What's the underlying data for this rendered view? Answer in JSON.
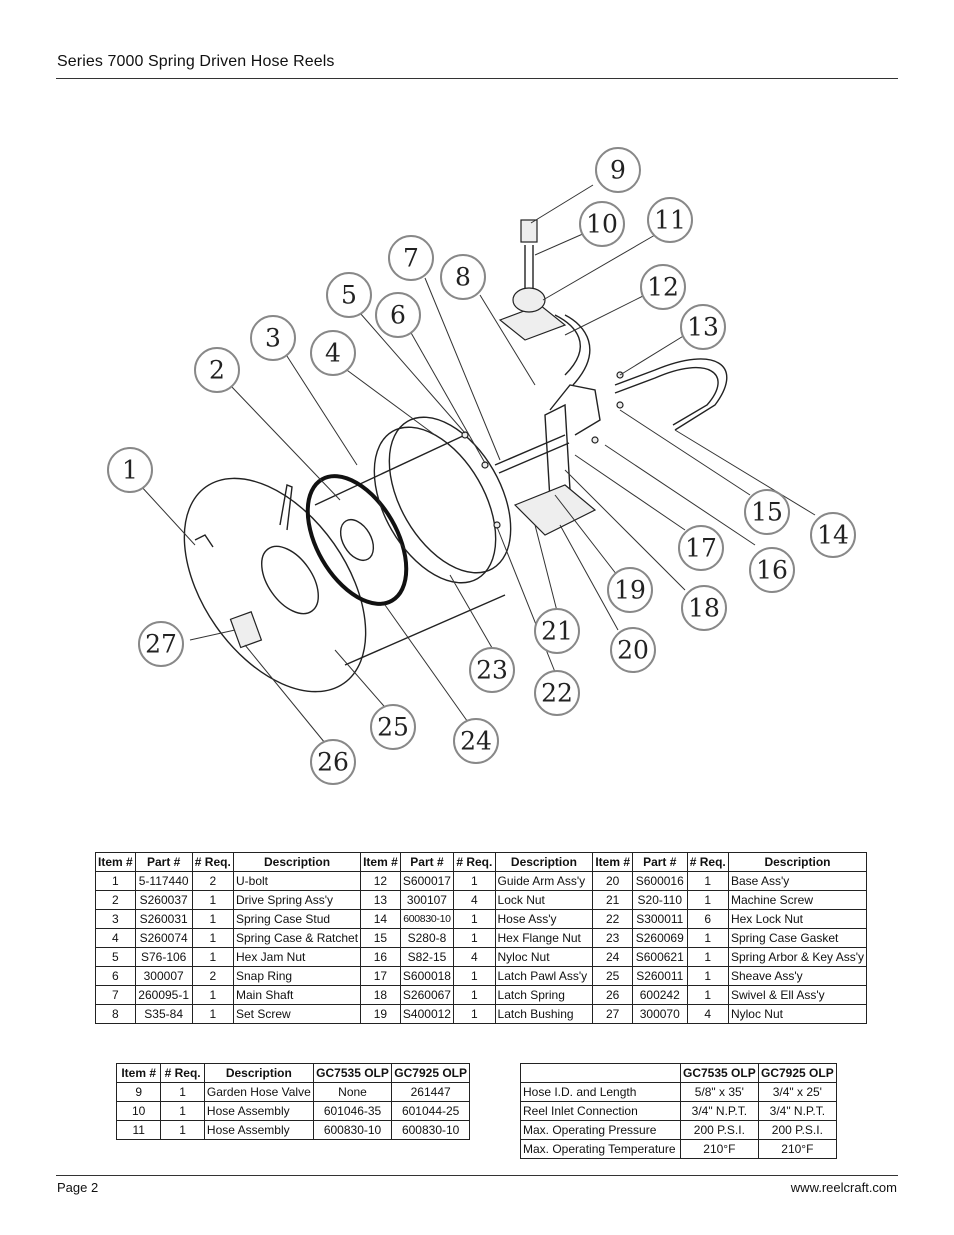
{
  "header": {
    "title": "Series 7000 Spring Driven Hose Reels"
  },
  "footer": {
    "page": "Page 2",
    "website": "www.reelcraft.com"
  },
  "diagram": {
    "callouts": [
      "1",
      "2",
      "3",
      "4",
      "5",
      "6",
      "7",
      "8",
      "9",
      "10",
      "11",
      "12",
      "13",
      "14",
      "15",
      "16",
      "17",
      "18",
      "19",
      "20",
      "21",
      "22",
      "23",
      "24",
      "25",
      "26",
      "27"
    ]
  },
  "parts_table": {
    "headers": [
      "Item #",
      "Part #",
      "# Req.",
      "Description",
      "Item #",
      "Part #",
      "# Req.",
      "Description",
      "Item #",
      "Part #",
      "# Req.",
      "Description"
    ],
    "rows": [
      [
        "1",
        "5-117440",
        "2",
        "U-bolt",
        "12",
        "S600017",
        "1",
        "Guide Arm Ass'y",
        "20",
        "S600016",
        "1",
        "Base Ass'y"
      ],
      [
        "2",
        "S260037",
        "1",
        "Drive Spring Ass'y",
        "13",
        "300107",
        "4",
        "Lock Nut",
        "21",
        "S20-110",
        "1",
        "Machine Screw"
      ],
      [
        "3",
        "S260031",
        "1",
        "Spring Case Stud",
        "14",
        "600830-10",
        "1",
        "Hose Ass'y",
        "22",
        "S300011",
        "6",
        "Hex Lock Nut"
      ],
      [
        "4",
        "S260074",
        "1",
        "Spring Case & Ratchet",
        "15",
        "S280-8",
        "1",
        "Hex Flange Nut",
        "23",
        "S260069",
        "1",
        "Spring Case Gasket"
      ],
      [
        "5",
        "S76-106",
        "1",
        "Hex Jam Nut",
        "16",
        "S82-15",
        "4",
        "Nyloc Nut",
        "24",
        "S600621",
        "1",
        "Spring Arbor & Key Ass'y"
      ],
      [
        "6",
        "300007",
        "2",
        "Snap Ring",
        "17",
        "S600018",
        "1",
        "Latch Pawl Ass'y",
        "25",
        "S260011",
        "1",
        "Sheave Ass'y"
      ],
      [
        "7",
        "260095-1",
        "1",
        "Main Shaft",
        "18",
        "S260067",
        "1",
        "Latch Spring",
        "26",
        "600242",
        "1",
        "Swivel & Ell Ass'y"
      ],
      [
        "8",
        "S35-84",
        "1",
        "Set Screw",
        "19",
        "S400012",
        "1",
        "Latch Bushing",
        "27",
        "300070",
        "4",
        "Nyloc Nut"
      ]
    ]
  },
  "options_table": {
    "headers": [
      "Item #",
      "# Req.",
      "Description",
      "GC7535 OLP",
      "GC7925 OLP"
    ],
    "rows": [
      [
        "9",
        "1",
        "Garden Hose Valve",
        "None",
        "261447"
      ],
      [
        "10",
        "1",
        "Hose Assembly",
        "601046-35",
        "601044-25"
      ],
      [
        "11",
        "1",
        "Hose Assembly",
        "600830-10",
        "600830-10"
      ]
    ]
  },
  "specs_table": {
    "headers": [
      "",
      "GC7535 OLP",
      "GC7925 OLP"
    ],
    "rows": [
      [
        "Hose I.D. and Length",
        "5/8\" x 35'",
        "3/4\" x 25'"
      ],
      [
        "Reel Inlet Connection",
        "3/4\" N.P.T.",
        "3/4\" N.P.T."
      ],
      [
        "Max. Operating Pressure",
        "200 P.S.I.",
        "200 P.S.I."
      ],
      [
        "Max. Operating Temperature",
        "210°F",
        "210°F"
      ]
    ]
  }
}
